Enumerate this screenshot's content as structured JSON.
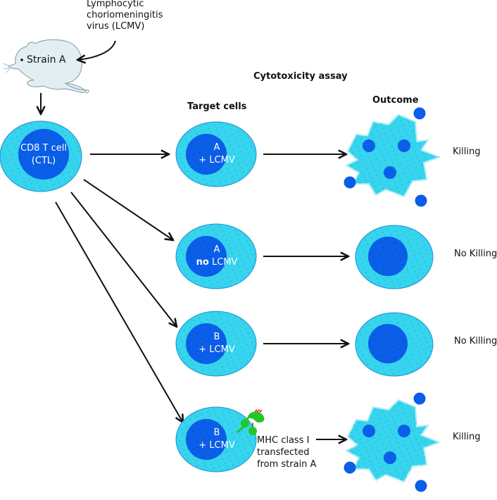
{
  "colors": {
    "cytoplasm": "#36d3f2",
    "cytoplasm_stroke": "#1f8fd6",
    "nucleus": "#0a5ee8",
    "mouse_fill": "#e3eef2",
    "mouse_stroke": "#8fa8b2",
    "mhc_green": "#22c825",
    "peptide_red": "#e8304a",
    "arrow": "#111111",
    "text_on_cell": "#ffffff"
  },
  "virus_label": [
    "Lymphocytic",
    "choriomeningitis",
    "virus (LCMV)"
  ],
  "mouse": {
    "label": "Strain A",
    "icon": "mouse-icon"
  },
  "effector_cell": {
    "line1": "CD8 T cell",
    "line2": "(CTL)"
  },
  "headers": {
    "assay": "Cytotoxicity assay",
    "targets": "Target cells",
    "outcome": "Outcome"
  },
  "rows": [
    {
      "target_strain": "A",
      "target_condition_prefix": "+",
      "target_condition": "LCMV",
      "outcome_state": "lysed",
      "outcome_label": "Killing"
    },
    {
      "target_strain": "A",
      "target_condition_prefix": "no",
      "target_condition": "LCMV",
      "outcome_state": "intact",
      "outcome_label": "No Killing"
    },
    {
      "target_strain": "B",
      "target_condition_prefix": "+",
      "target_condition": "LCMV",
      "outcome_state": "intact",
      "outcome_label": "No Killing"
    },
    {
      "target_strain": "B",
      "target_condition_prefix": "+",
      "target_condition": "LCMV",
      "annotation": [
        "MHC class I",
        "transfected",
        "from strain A"
      ],
      "annotation_icon": "mhc-class-i-molecule-icon",
      "outcome_state": "lysed",
      "outcome_label": "Killing"
    }
  ]
}
